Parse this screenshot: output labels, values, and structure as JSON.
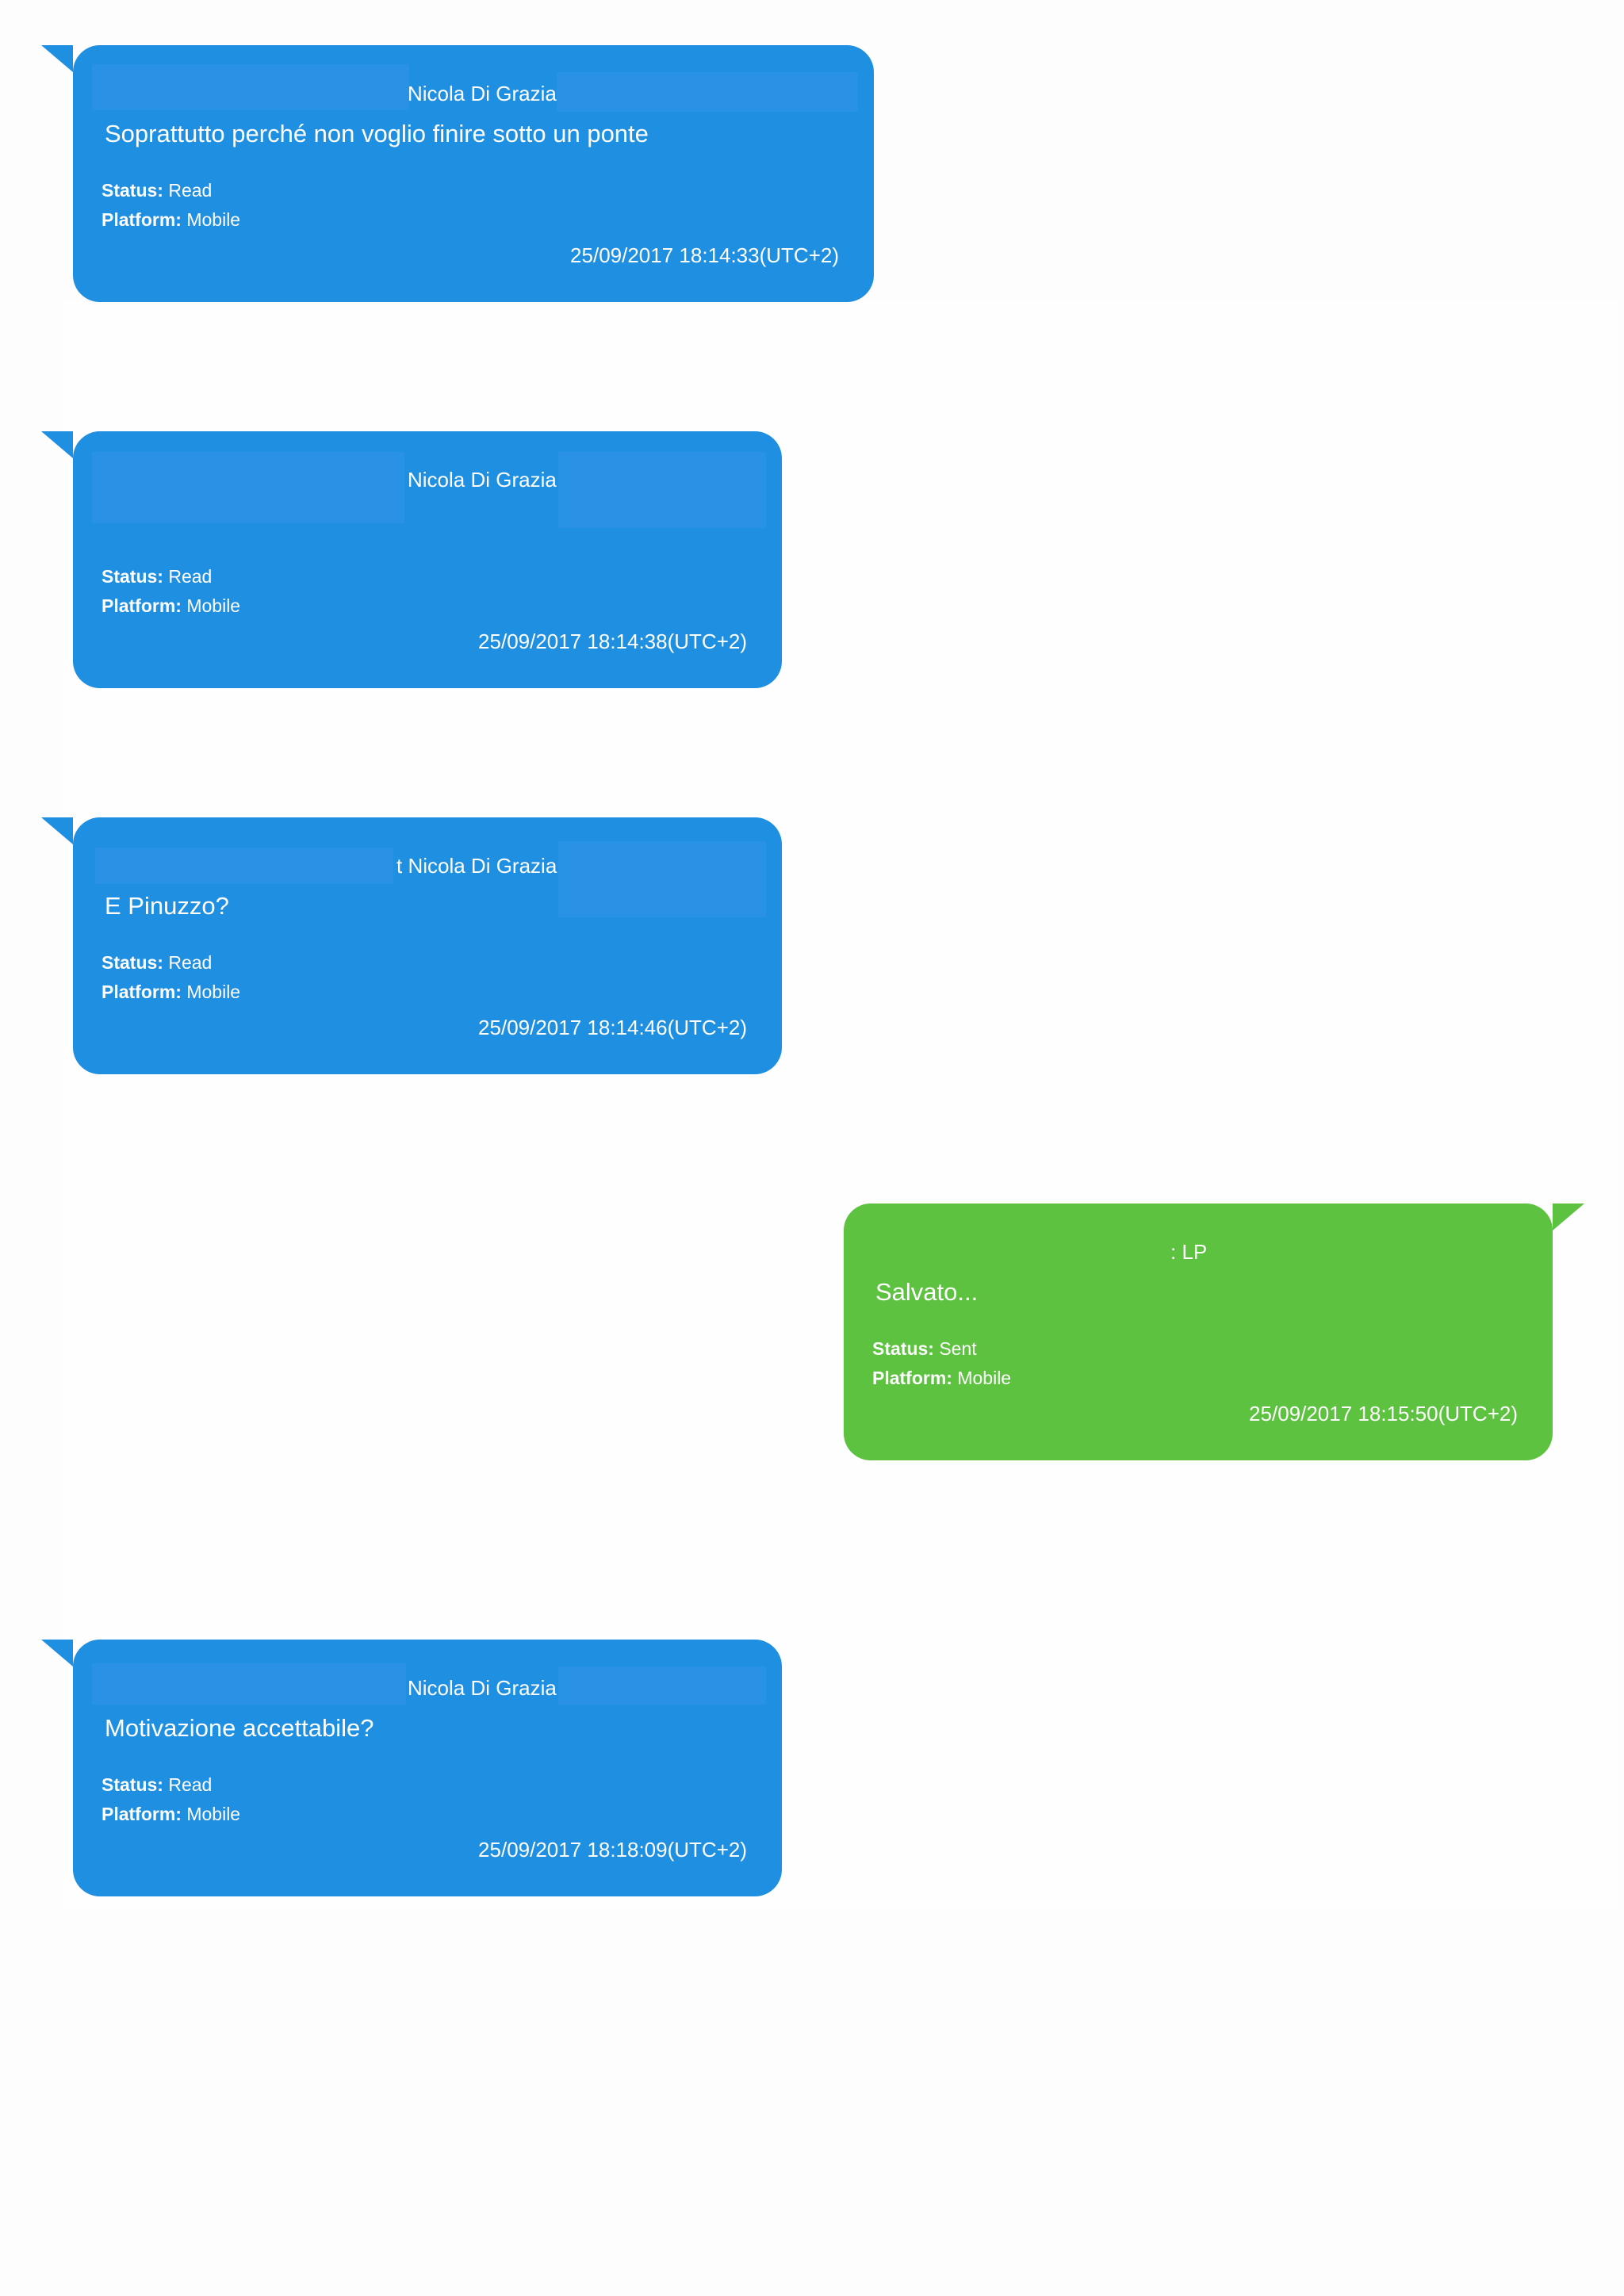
{
  "messages": [
    {
      "direction": "incoming",
      "sender": "Nicola Di Grazia",
      "text": "Soprattutto perché non voglio finire sotto un ponte",
      "status_label": "Status:",
      "status": "Read",
      "platform_label": "Platform:",
      "platform": "Mobile",
      "timestamp": "25/09/2017 18:14:33(UTC+2)"
    },
    {
      "direction": "incoming",
      "sender": "Nicola Di Grazia",
      "text": "",
      "status_label": "Status:",
      "status": "Read",
      "platform_label": "Platform:",
      "platform": "Mobile",
      "timestamp": "25/09/2017 18:14:38(UTC+2)"
    },
    {
      "direction": "incoming",
      "sender": "t Nicola Di Grazia",
      "text": "E Pinuzzo?",
      "status_label": "Status:",
      "status": "Read",
      "platform_label": "Platform:",
      "platform": "Mobile",
      "timestamp": "25/09/2017 18:14:46(UTC+2)"
    },
    {
      "direction": "outgoing",
      "sender": ": LP",
      "text": "Salvato...",
      "status_label": "Status:",
      "status": "Sent",
      "platform_label": "Platform:",
      "platform": "Mobile",
      "timestamp": "25/09/2017 18:15:50(UTC+2)"
    },
    {
      "direction": "incoming",
      "sender": "Nicola Di Grazia",
      "text": "Motivazione accettabile?",
      "status_label": "Status:",
      "status": "Read",
      "platform_label": "Platform:",
      "platform": "Mobile",
      "timestamp": "25/09/2017 18:18:09(UTC+2)"
    }
  ],
  "colors": {
    "incoming_bubble": "#1f8fe1",
    "outgoing_bubble": "#5cc23f",
    "text": "#ffffff",
    "page_background": "#fdfdfd"
  }
}
